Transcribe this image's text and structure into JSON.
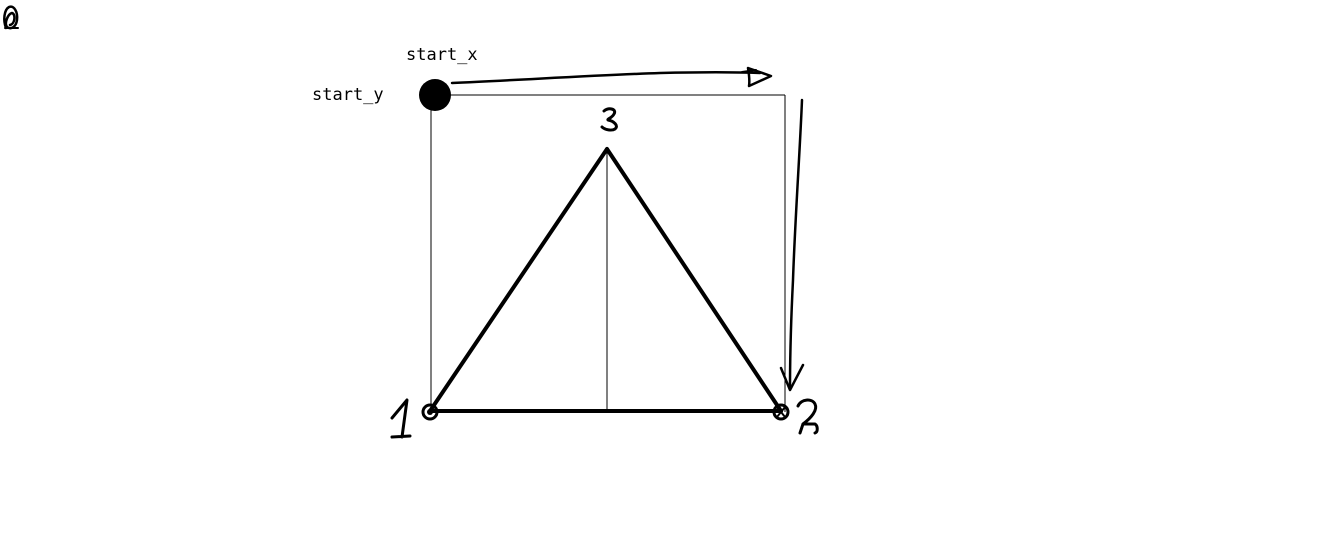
{
  "labels": {
    "start_x": "start_x",
    "start_y": "start_y",
    "vertex_1": "1",
    "vertex_2": "2",
    "vertex_3": "3"
  },
  "colors": {
    "background": "#ffffff",
    "ink": "#000000"
  }
}
